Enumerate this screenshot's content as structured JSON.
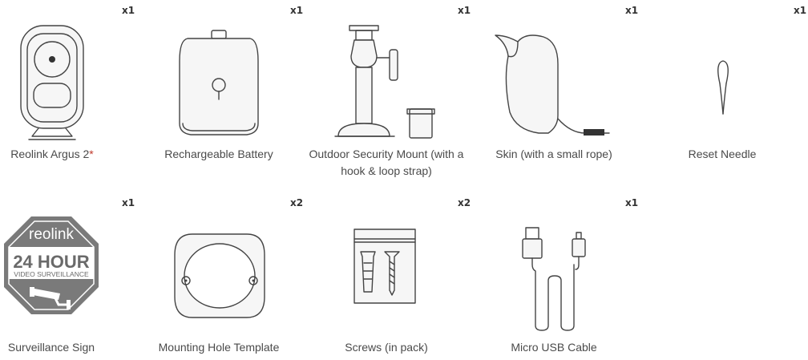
{
  "items": [
    {
      "label": "Reolink Argus 2",
      "mark": "*",
      "qty": "x1",
      "icon": "camera-icon"
    },
    {
      "label": "Rechargeable Battery",
      "qty": "x1",
      "icon": "battery-icon"
    },
    {
      "label": "Outdoor Security Mount (with a hook & loop strap)",
      "qty": "x1",
      "icon": "mount-icon"
    },
    {
      "label": "Skin (with a small rope)",
      "qty": "x1",
      "icon": "skin-icon"
    },
    {
      "label": "Reset Needle",
      "qty": "x1",
      "icon": "needle-icon"
    },
    {
      "label": "Surveillance Sign",
      "qty": "x1",
      "icon": "surveillance-sign-icon"
    },
    {
      "label": "Mounting Hole Template",
      "qty": "x2",
      "icon": "template-icon"
    },
    {
      "label": "Screws (in pack)",
      "qty": "x2",
      "icon": "screws-icon"
    },
    {
      "label": "Micro USB Cable",
      "qty": "x1",
      "icon": "usb-cable-icon"
    }
  ],
  "sign": {
    "brand": "reolink",
    "headline": "24 HOUR",
    "subline": "VIDEO SURVEILLANCE"
  },
  "colors": {
    "mark": "#c0392b",
    "text": "#4a4a4a",
    "line": "#444444",
    "sign": "#7a7a7a"
  }
}
